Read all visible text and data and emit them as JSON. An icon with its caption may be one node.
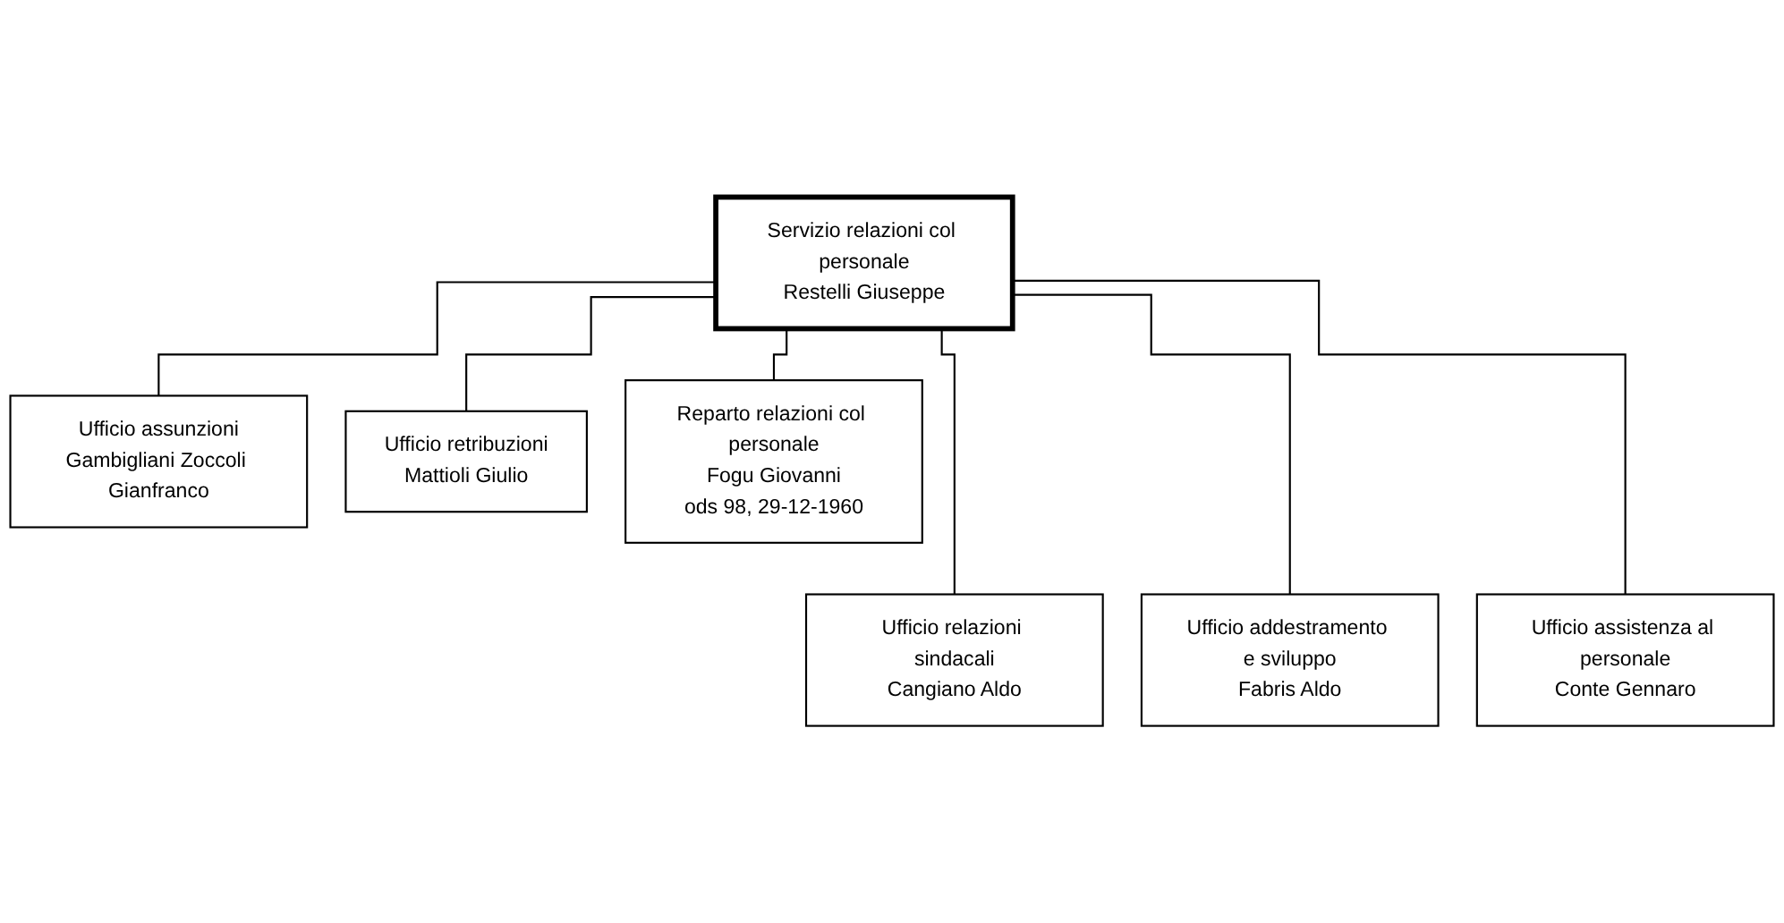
{
  "diagram": {
    "nodes": [
      {
        "text": [
          "Servizio relazioni col personale",
          "Restelli Giuseppe"
        ]
      },
      {
        "text": [
          "Ufficio assunzioni",
          "Gambigliani Zoccoli Gianfranco"
        ]
      },
      {
        "text": [
          "Ufficio retribuzioni",
          "Mattioli Giulio"
        ]
      },
      {
        "text": [
          "Reparto relazioni col personale",
          "Fogu Giovanni",
          "ods 98, 29-12-1960"
        ]
      },
      {
        "text": [
          "Ufficio relazioni sindacali",
          "Cangiano Aldo"
        ]
      },
      {
        "text": [
          "Ufficio addestramento e sviluppo",
          "Fabris Aldo"
        ]
      },
      {
        "text": [
          "Ufficio assistenza al personale",
          "Conte Gennaro"
        ]
      }
    ],
    "edges": [
      {
        "from": 0,
        "to": 4,
        "arrow": "none"
      },
      {
        "from": 0,
        "to": 1,
        "arrow": "none"
      },
      {
        "from": 0,
        "to": 5,
        "arrow": "none"
      },
      {
        "from": 0,
        "to": 2,
        "arrow": "none"
      },
      {
        "from": 0,
        "to": 6,
        "arrow": "none"
      },
      {
        "from": 0,
        "to": 3,
        "arrow": "none"
      }
    ]
  }
}
